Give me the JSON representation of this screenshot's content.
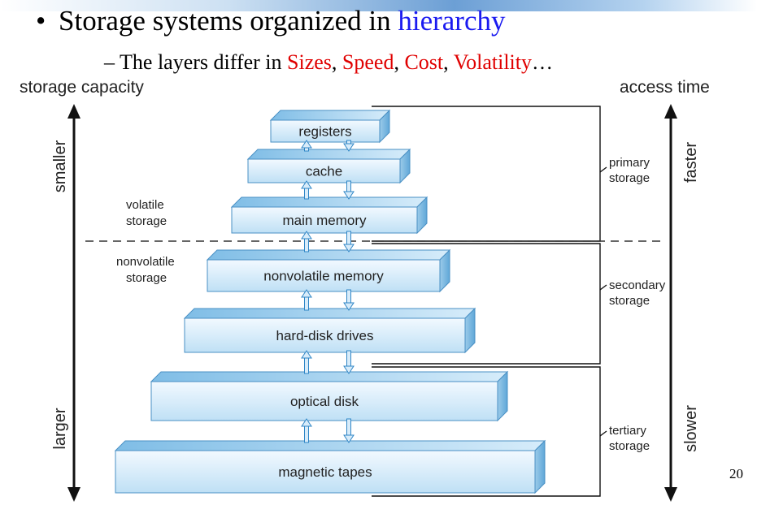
{
  "slide": {
    "bullet_char": "•",
    "bullet_text": "Storage systems organized in ",
    "bullet_highlight": "hierarchy",
    "sub_dash": "– ",
    "sub_text": "The layers differ in ",
    "sub_items": [
      "Sizes",
      "Speed",
      "Cost",
      "Volatility"
    ],
    "sub_sep": ", ",
    "sub_tail": "…",
    "page_number": "20"
  },
  "diagram": {
    "left_title": "storage capacity",
    "right_title": "access time",
    "left_axis": {
      "top": "smaller",
      "bottom": "larger"
    },
    "right_axis": {
      "top": "faster",
      "bottom": "slower"
    },
    "levels": [
      "registers",
      "cache",
      "main memory",
      "nonvolatile memory",
      "hard-disk drives",
      "optical disk",
      "magnetic tapes"
    ],
    "volatile": {
      "line1": "volatile",
      "line2": "storage"
    },
    "nonvolatile": {
      "line1": "nonvolatile",
      "line2": "storage"
    },
    "groups": [
      {
        "line1": "primary",
        "line2": "storage"
      },
      {
        "line1": "secondary",
        "line2": "storage"
      },
      {
        "line1": "tertiary",
        "line2": "storage"
      }
    ],
    "colors": {
      "box_light": "#eaf4fc",
      "box_dark": "#a9d3ef",
      "edge": "#4a90c4",
      "arrow": "#2f86c6"
    }
  }
}
